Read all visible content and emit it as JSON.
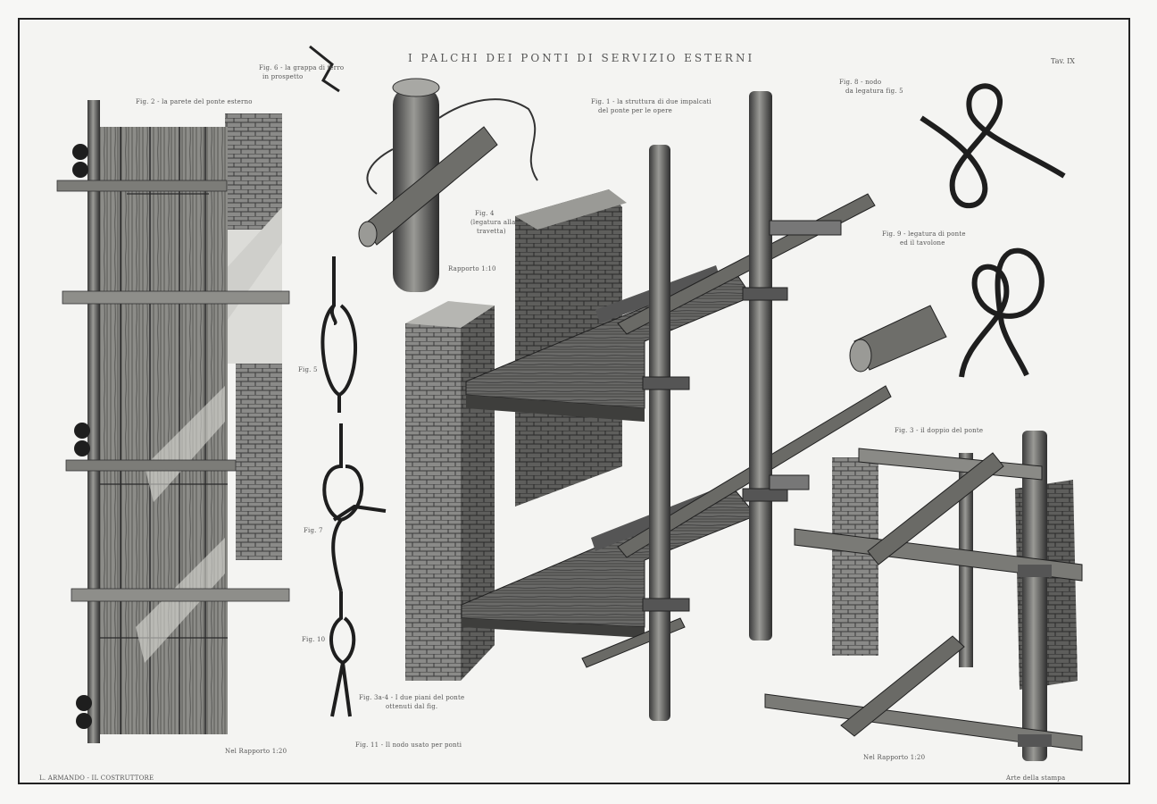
{
  "plate": {
    "title": "I PALCHI DEI PONTI DI SERVIZIO ESTERNI",
    "number": "Tav. IX"
  },
  "captions": {
    "fig6": "Fig. 6 - la grappa di ferro",
    "fig6b": "in prospetto",
    "fig2": "Fig. 2 - la parete del ponte esterno",
    "fig4": "Fig. 4",
    "fig4b": "(legatura alla",
    "fig4c": "travetta)",
    "fig4scale": "Rapporto 1:10",
    "fig1": "Fig. 1 - la struttura di due impalcati",
    "fig1b": "del ponte per le opere",
    "fig5": "Fig. 5",
    "fig7": "Fig. 7",
    "fig10": "Fig. 10",
    "fig8": "Fig. 8 - nodo",
    "fig8b": "da legatura fig. 5",
    "fig9": "Fig. 9 - legatura di ponte",
    "fig9b": "ed il tavolone",
    "fig3": "Fig. 3 - il doppio del ponte",
    "fig34": "Fig. 3a-4 - I due piani del ponte",
    "fig34b": "ottenuti dal fig.",
    "fig11": "Fig. 11 - Il nodo usato per ponti",
    "scale_left": "Nel Rapporto 1:20",
    "scale_right": "Nel Rapporto 1:20",
    "footer_left": "L. ARMANDO - IL COSTRUTTORE",
    "footer_right": "Arte della stampa"
  }
}
